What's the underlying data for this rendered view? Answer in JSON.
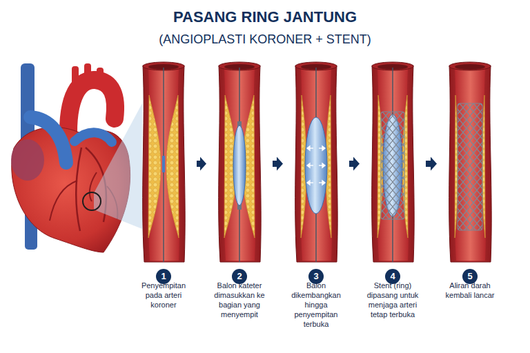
{
  "diagram": {
    "title": "PASANG RING JANTUNG",
    "nodes": [
      {
        "text": [
          "1",
          "Penyempitan pada arteri koroner"
        ]
      },
      {
        "text": [
          "2",
          "Balon kateter dimasukkan ke bagian yang menyempit"
        ]
      },
      {
        "text": [
          "3",
          "Balon dikembangkan hingga penyempitan terbuka"
        ]
      },
      {
        "text": [
          "4",
          "Stent (ring) dipasang untuk menjaga arteri tetap terbuka"
        ]
      },
      {
        "text": [
          "5",
          "Aliran darah kembali lancar"
        ]
      }
    ],
    "edges": [
      {
        "from": 0,
        "to": 1,
        "arrow": "to"
      },
      {
        "from": 1,
        "to": 2,
        "arrow": "to"
      },
      {
        "from": 2,
        "to": 3,
        "arrow": "to"
      },
      {
        "from": 3,
        "to": 4,
        "arrow": "to"
      }
    ],
    "labels": [
      "(ANGIOPLASTI KORONER + STENT)"
    ]
  }
}
